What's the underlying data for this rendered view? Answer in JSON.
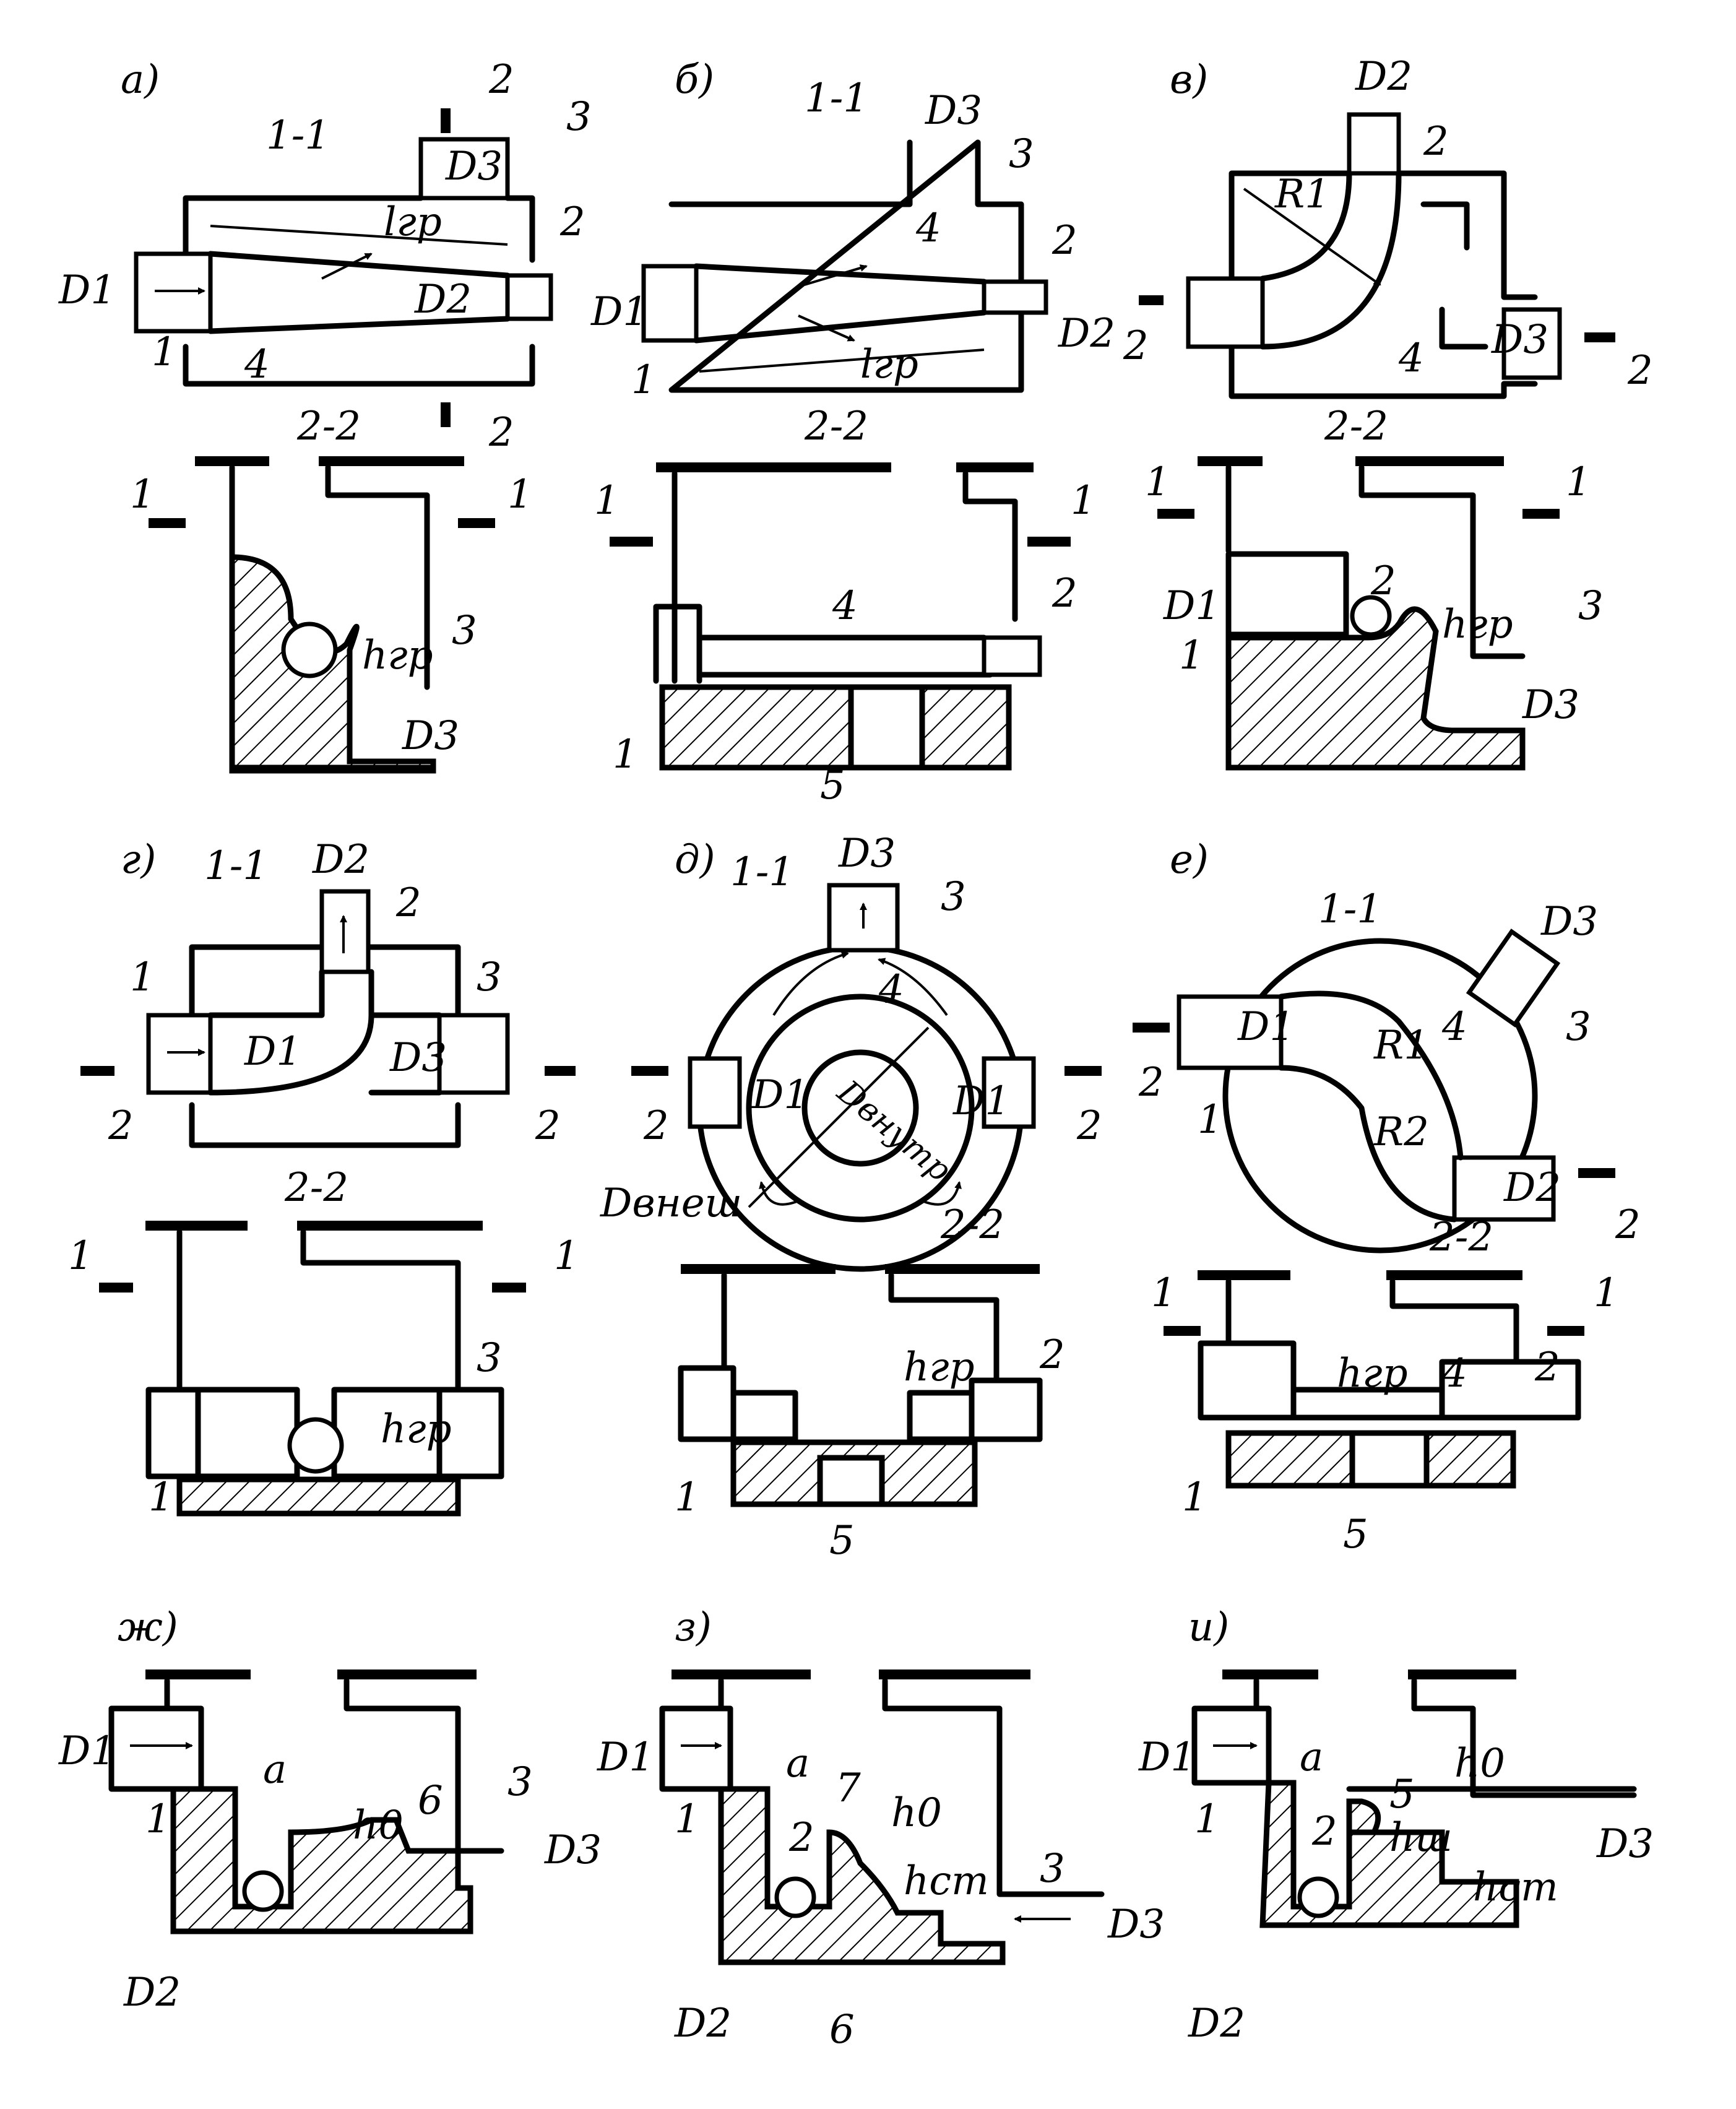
{
  "panels": {
    "a": {
      "letter": "а)",
      "sec_top": "1-1",
      "sec_bot": "2-2",
      "D1": "D1",
      "D2": "D2",
      "D3": "D3",
      "lgr": "lгр",
      "hgr": "hгр",
      "n1": "1",
      "n2": "2",
      "n3": "3",
      "n4": "4"
    },
    "b": {
      "letter": "б)",
      "sec_top": "1-1",
      "sec_bot": "2-2",
      "D1": "D1",
      "D2": "D2",
      "D3": "D3",
      "lgr": "lгр",
      "n1": "1",
      "n2": "2",
      "n3": "3",
      "n4": "4",
      "n5": "5"
    },
    "v": {
      "letter": "в)",
      "sec_bot": "2-2",
      "D1": "D1",
      "D2": "D2",
      "D3": "D3",
      "R1": "R1",
      "hgr": "hгр",
      "n1": "1",
      "n2": "2",
      "n3": "3",
      "n4": "4"
    },
    "g": {
      "letter": "г)",
      "sec_top": "1-1",
      "sec_bot": "2-2",
      "D1": "D1",
      "D2": "D2",
      "D3": "D3",
      "hgr": "hгр",
      "n1": "1",
      "n2": "2",
      "n3": "3"
    },
    "d": {
      "letter": "д)",
      "sec_top": "1-1",
      "sec_bot": "2-2",
      "D1": "D1",
      "D3": "D3",
      "Dvnutr": "Dвнутр",
      "Dvnesh": "Dвнеш",
      "hgr": "hгр",
      "n1": "1",
      "n2": "2",
      "n3": "3",
      "n4": "4",
      "n5": "5"
    },
    "e": {
      "letter": "е)",
      "sec_top": "1-1",
      "sec_bot": "2-2",
      "D1": "D1",
      "D2": "D2",
      "D3": "D3",
      "R1": "R1",
      "R2": "R2",
      "hgr": "hгр",
      "n1": "1",
      "n2": "2",
      "n3": "3",
      "n4": "4",
      "n5": "5"
    },
    "zh": {
      "letter": "ж)",
      "D1": "D1",
      "D2": "D2",
      "D3": "D3",
      "a": "a",
      "h0": "h0",
      "n1": "1",
      "n3": "3",
      "n6": "6"
    },
    "z": {
      "letter": "з)",
      "D1": "D1",
      "D2": "D2",
      "D3": "D3",
      "a": "a",
      "h0": "h0",
      "hst": "hст",
      "n1": "1",
      "n2": "2",
      "n3": "3",
      "n6": "6",
      "n7": "7"
    },
    "i": {
      "letter": "и)",
      "D1": "D1",
      "D2": "D2",
      "D3": "D3",
      "a": "a",
      "h0": "h0",
      "hst": "hст",
      "hsh": "hш",
      "n1": "1",
      "n2": "2",
      "n5": "5"
    }
  },
  "section_marks": {
    "one": "1",
    "two": "2"
  }
}
